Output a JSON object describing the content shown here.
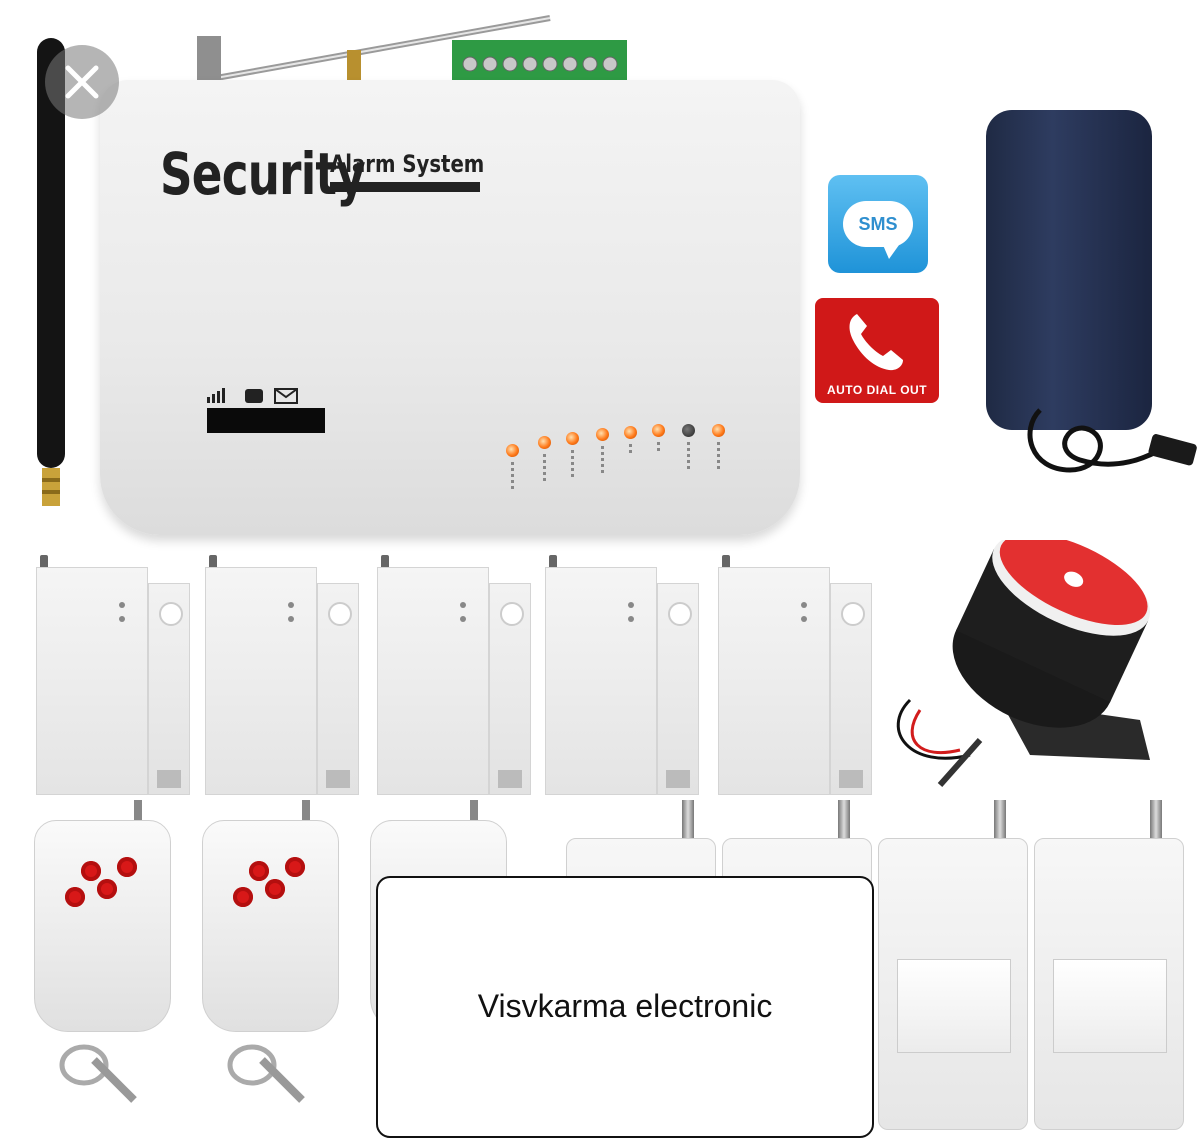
{
  "overlay": {
    "close_icon": "close-icon",
    "caption": "Visvkarma electronic"
  },
  "panel": {
    "brand_word": "Security",
    "brand_sub": "Alarm System"
  },
  "badges": {
    "sms_label": "SMS",
    "call_label": "AUTO DIAL OUT"
  },
  "colors": {
    "led_orange": "#ff7a1a",
    "badge_red": "#d01818",
    "badge_blue": "#1f93d8",
    "adapter_navy": "#1f2a44"
  }
}
